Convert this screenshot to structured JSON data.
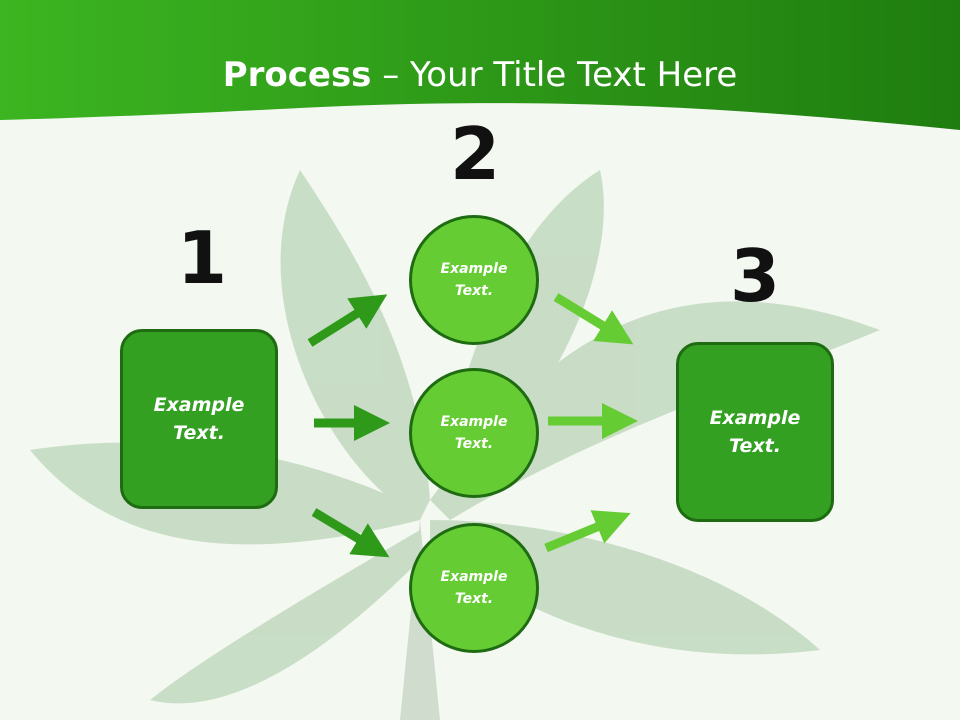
{
  "title": {
    "bold": "Process",
    "rest": " – Your Title Text Here"
  },
  "steps": {
    "one": {
      "number": "1",
      "box_text": "Example\nText."
    },
    "two": {
      "number": "2",
      "circles": [
        "Example\nText.",
        "Example\nText.",
        "Example\nText."
      ]
    },
    "three": {
      "number": "3",
      "box_text": "Example\nText."
    }
  },
  "colors": {
    "header_green": "#2f9a1a",
    "box_fill": "#33a022",
    "circle_fill": "#66cc33",
    "arrow_dark": "#2f9a1a",
    "arrow_light": "#66cc33",
    "outline": "#1e6b12"
  }
}
